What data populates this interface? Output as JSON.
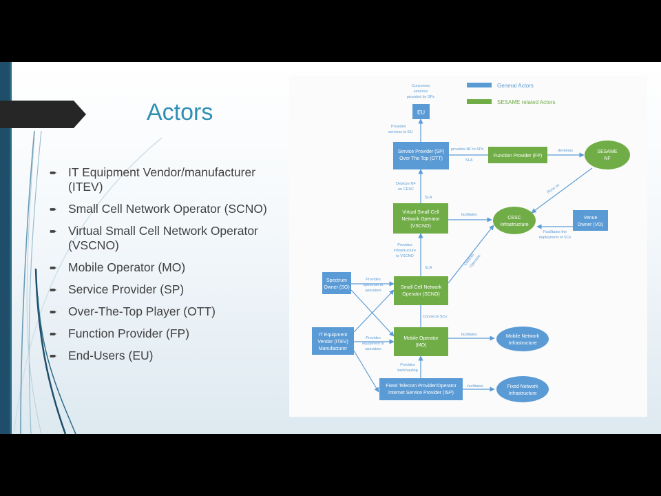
{
  "slide": {
    "title": "Actors",
    "bullets": [
      "IT Equipment Vendor/manufacturer (ITEV)",
      "Small Cell Network Operator (SCNO)",
      "Virtual Small Cell Network Operator (VSCNO)",
      "Mobile Operator (MO)",
      "Service Provider (SP)",
      "Over-The-Top Player (OTT)",
      "Function Provider (FP)",
      "End-Users (EU)"
    ],
    "bullet_icon": "arrow-bullet-icon"
  },
  "diagram": {
    "legend": {
      "general": "General Actors",
      "sesame": "SESAME related Actors"
    },
    "nodes": {
      "eu": "EU",
      "sp_ott": [
        "Service Provider (SP)",
        "Over The Top (OTT)"
      ],
      "fp": "Function Provider (FP)",
      "sesame_nf": [
        "SESAME",
        "NF"
      ],
      "vscno": [
        "Virtual Small Cell",
        "Network Operator",
        "(VSCNO)"
      ],
      "cesc": [
        "CESC",
        "Infrastructure"
      ],
      "venue": [
        "Venue",
        "Owner (VO)"
      ],
      "so": [
        "Spectrum",
        "Owner (SO)"
      ],
      "scno": [
        "Small Cell Network",
        "Operator (SCNO)"
      ],
      "itev": [
        "IT Equipment",
        "Vendor (ITEV)",
        "Manufacturer"
      ],
      "mo": [
        "Mobile Operator",
        "(MO)"
      ],
      "mni": [
        "Mobile Network",
        "Infrastructure"
      ],
      "isp": [
        "Fixed Telecom Provider/Operator",
        "Internet Service Provider (ISP)"
      ],
      "fni": [
        "Fixed Network",
        "Infrastructure"
      ]
    },
    "labels": {
      "consumes": [
        "Consumes",
        "services",
        "provided by SPs"
      ],
      "provides_services": [
        "Provides",
        "services to EU"
      ],
      "provides_nf": "provides NF to SPs",
      "sla1": "SLA",
      "develops": "develops",
      "deploys": [
        "Deploys NF",
        "on CESC"
      ],
      "sla2": "SLA",
      "runs_on": "Runs on",
      "facilitates_cesc": "facilitates",
      "facilitates_deploy": [
        "Facilitates the",
        "deployment of SCs"
      ],
      "provides_infra": [
        "Provides",
        "infrastructure",
        "to VSCNO"
      ],
      "controls": [
        "Controls",
        "Operates"
      ],
      "sla3": "SLA",
      "provides_spectrum": [
        "Provides",
        "spectrum to",
        "operators"
      ],
      "connects": "Connects SCs",
      "provides_equipment": [
        "Provides",
        "equipment to",
        "operators"
      ],
      "facilitates_mo": "facilitates",
      "provides_backhauling": [
        "Provides",
        "backhauling"
      ],
      "facilitates_isp": "facilitates"
    },
    "colors": {
      "general": "#5b9bd5",
      "sesame": "#70ad47",
      "arrow": "#5b9bd5"
    }
  }
}
